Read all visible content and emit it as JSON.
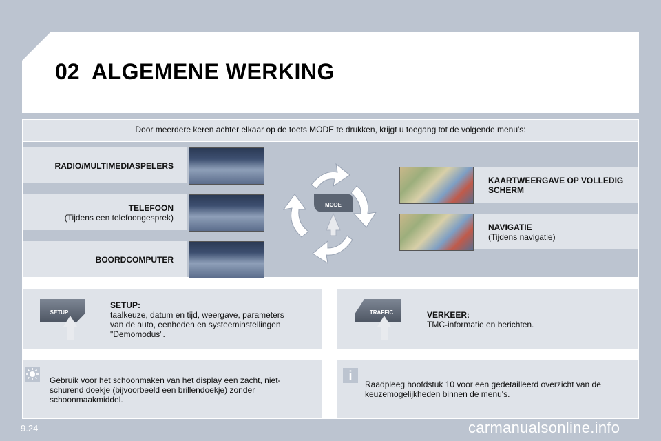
{
  "header": {
    "chapter_number": "02",
    "chapter_title": "ALGEMENE WERKING"
  },
  "intro": "Door meerdere keren achter elkaar op de toets MODE te drukken, krijgt u toegang tot de volgende menu's:",
  "mode_button": {
    "label": "MODE"
  },
  "menus_left": [
    {
      "title": "RADIO/MULTIMEDIASPELERS",
      "subtitle": ""
    },
    {
      "title": "TELEFOON",
      "subtitle": "(Tijdens een telefoongesprek)"
    },
    {
      "title": "BOORDCOMPUTER",
      "subtitle": ""
    }
  ],
  "menus_right": [
    {
      "title": "KAARTWEERGAVE OP VOLLEDIG SCHERM",
      "subtitle": ""
    },
    {
      "title": "NAVIGATIE",
      "subtitle": "(Tijdens navigatie)"
    }
  ],
  "setup": {
    "button_label": "SETUP",
    "title": "SETUP:",
    "text": "taalkeuze, datum en tijd, weergave, parameters van de auto, eenheden en systeeminstellingen \"Demomodus\"."
  },
  "traffic": {
    "button_label": "TRAFFIC",
    "title": "VERKEER:",
    "text": "TMC-informatie en berichten."
  },
  "tip": {
    "icon": "sun-icon",
    "text": "Gebruik voor het schoonmaken van het display een zacht, niet-schurend doekje (bijvoorbeeld een brillendoekje) zonder schoonmaakmiddel."
  },
  "info": {
    "icon": "info-icon",
    "icon_glyph": "i",
    "text": "Raadpleeg hoofdstuk 10 voor een gedetailleerd overzicht van de keuzemogelijkheden binnen de menu's."
  },
  "page_number": "9.24",
  "watermark": "carmanualsonline.info"
}
